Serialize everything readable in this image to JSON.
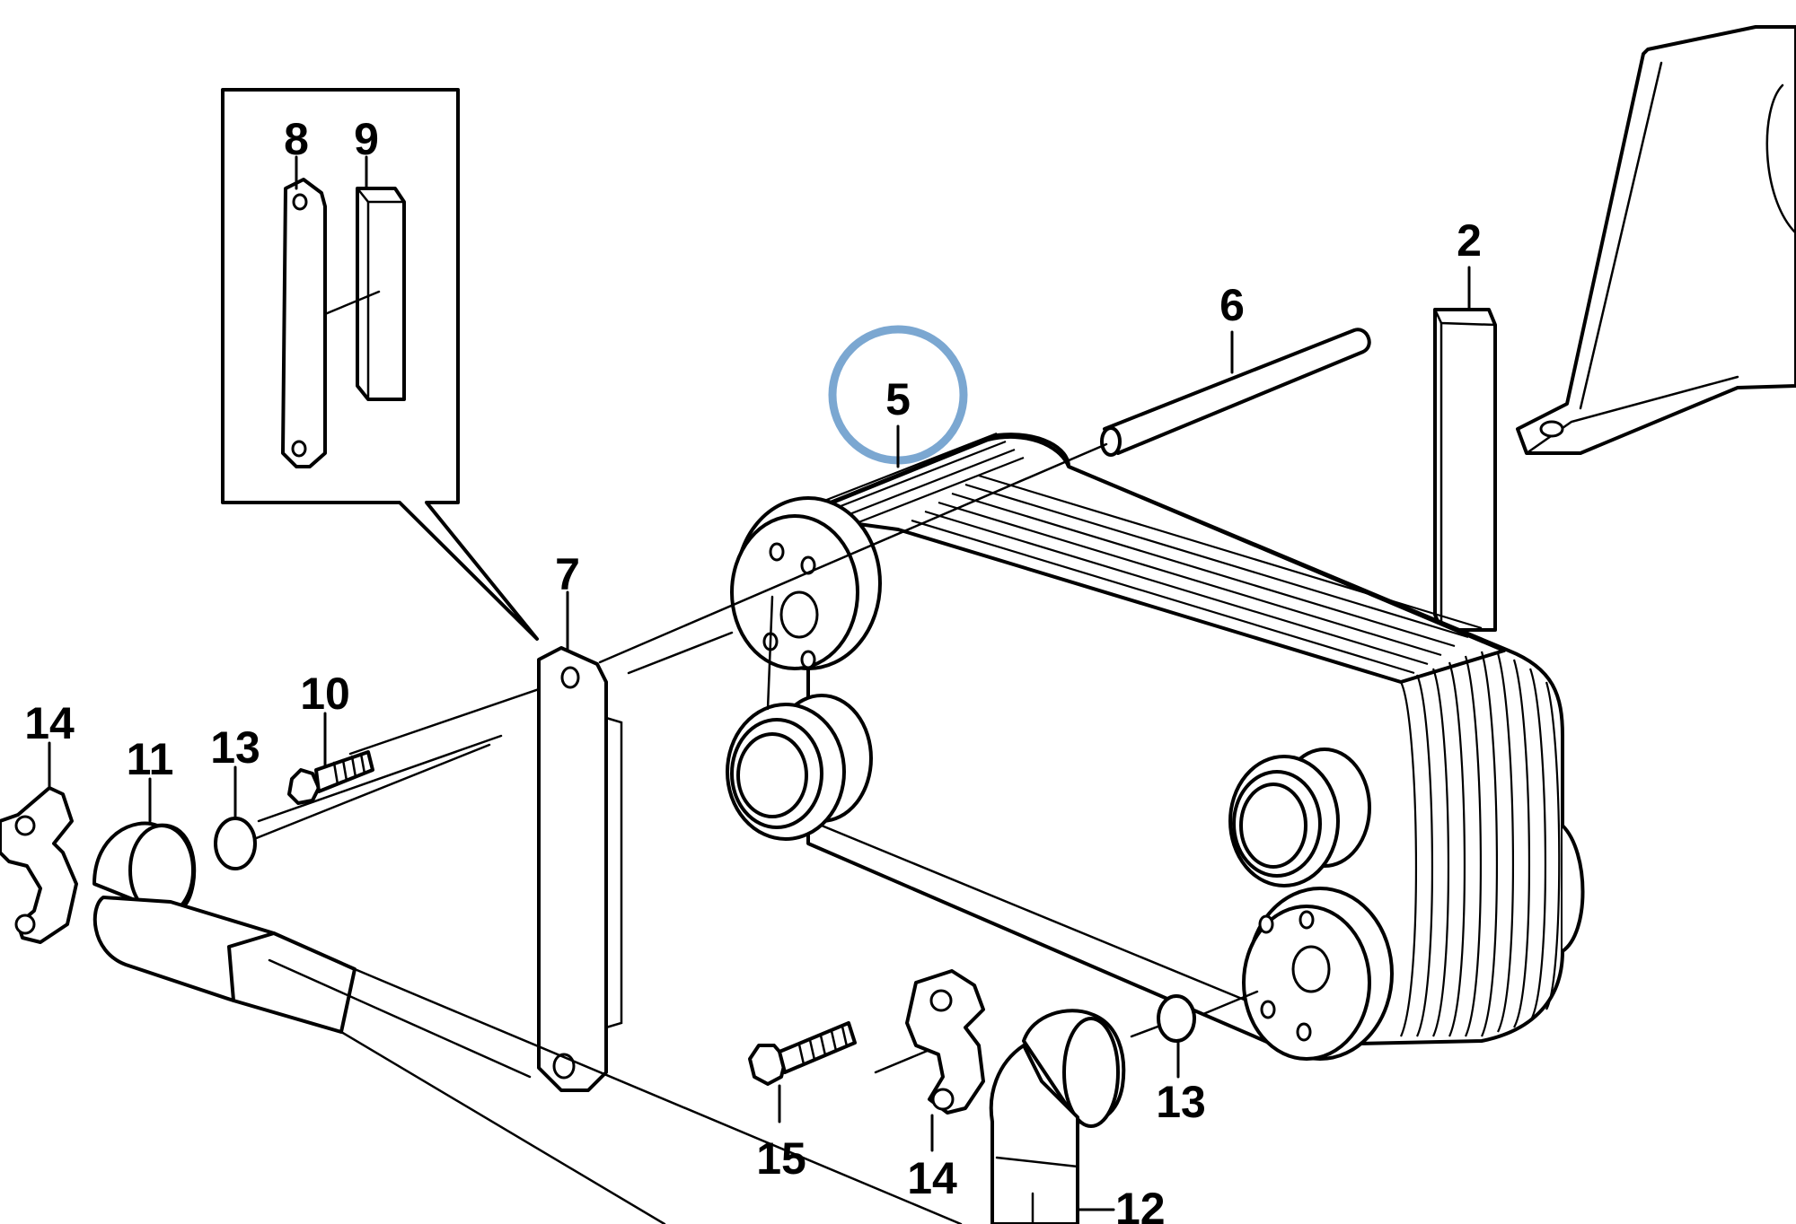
{
  "callouts": {
    "c2": "2",
    "c5": "5",
    "c6": "6",
    "c7": "7",
    "c8": "8",
    "c9": "9",
    "c10": "10",
    "c11": "11",
    "c12": "12",
    "c13a": "13",
    "c13b": "13",
    "c14a": "14",
    "c14b": "14",
    "c15": "15"
  },
  "colors": {
    "highlight": "#7ba7d1",
    "line": "#000000",
    "background": "#ffffff"
  }
}
